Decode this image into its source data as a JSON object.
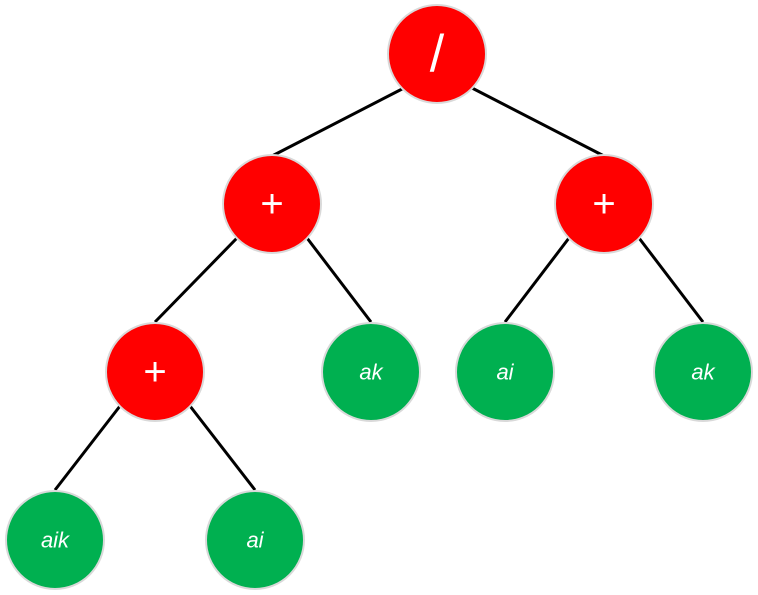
{
  "colors": {
    "operator_fill": "#ff0000",
    "leaf_fill": "#00b050",
    "node_outline": "#d9d9d9",
    "edge": "#000000",
    "label": "#ffffff"
  },
  "tree": {
    "root": {
      "label": "/"
    },
    "left_plus": {
      "label": "+"
    },
    "right_plus": {
      "label": "+"
    },
    "inner_plus": {
      "label": "+"
    },
    "leaf_ak_middle": {
      "label": "ak"
    },
    "leaf_ai_right": {
      "label": "ai"
    },
    "leaf_ak_right": {
      "label": "ak"
    },
    "leaf_aik": {
      "label": "aik"
    },
    "leaf_ai_bottom": {
      "label": "ai"
    }
  }
}
